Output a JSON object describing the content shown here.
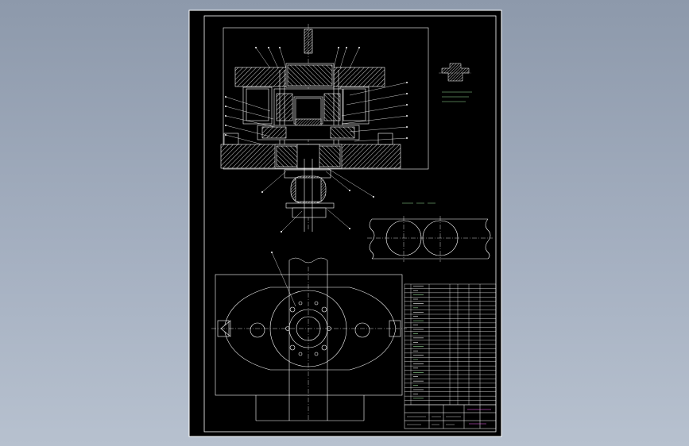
{
  "viewer": {
    "background_top": "#8d99ab",
    "background_bottom": "#b7c1cf"
  },
  "drawing": {
    "sheet_color": "#000000",
    "line_color": "#ffffff",
    "hatch_color": "#ffffff",
    "centerline_color": "#ffffff",
    "text_accent_color": "#ff66ff",
    "text_secondary_color": "#9be59b",
    "views": [
      "main-section-view",
      "plan-view",
      "strip-layout-view",
      "workpiece-detail-view",
      "bill-of-materials-table",
      "title-block"
    ]
  }
}
